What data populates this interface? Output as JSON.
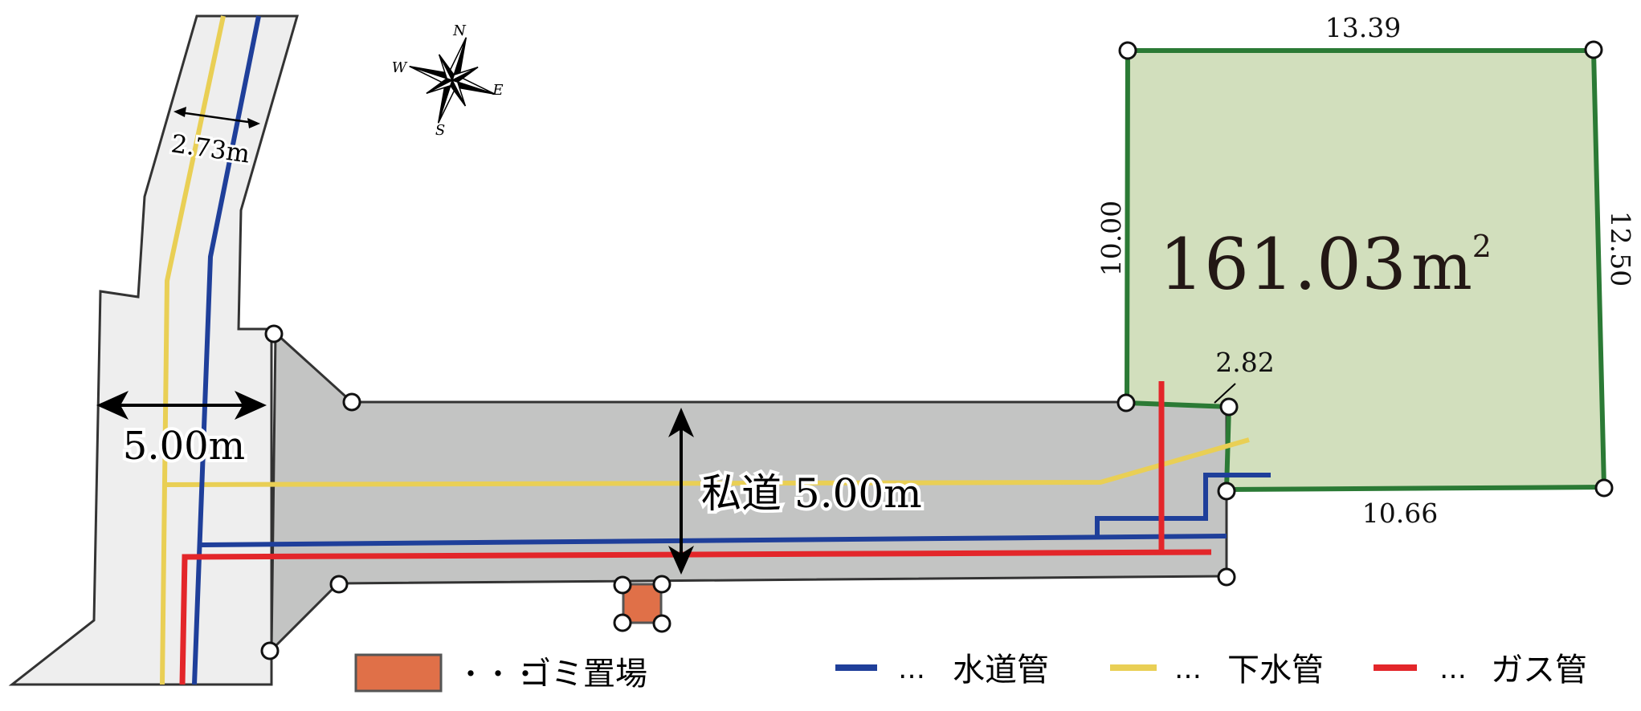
{
  "colors": {
    "water_pipe": "#1f3f9a",
    "sewer_pipe": "#e9cf55",
    "gas_pipe": "#e3262a",
    "lot_fill": "#d2dfbd",
    "lot_border": "#2b7a35",
    "private_road": "#c3c4c3",
    "public_road": "#eeeeee",
    "garbage": "#e07048"
  },
  "compass": {
    "n": "N",
    "s": "S",
    "e": "E",
    "w": "W"
  },
  "public_road": {
    "width_upper": "2.73m",
    "width_lower": "5.00m"
  },
  "private_road": {
    "label": "私道 5.00m"
  },
  "lot": {
    "area_number": "161.03",
    "area_unit": "m",
    "area_sup": "2",
    "dims": {
      "top": "13.39",
      "left": "10.00",
      "right": "12.50",
      "bottom": "10.66",
      "notch": "2.82"
    }
  },
  "legend": {
    "dots": "・・・",
    "garbage": "ゴミ置場",
    "ellipsis": "…",
    "water": "水道管",
    "sewer": "下水管",
    "gas": "ガス管"
  }
}
